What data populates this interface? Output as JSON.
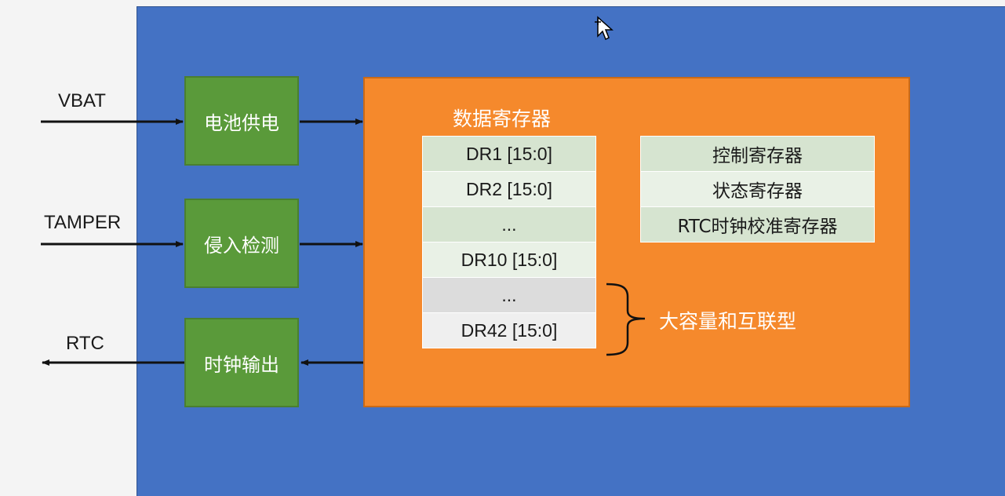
{
  "external_signals": {
    "vbat": "VBAT",
    "tamper": "TAMPER",
    "rtc": "RTC"
  },
  "blocks": {
    "battery_supply": "电池供电",
    "tamper_detect": "侵入检测",
    "clock_output": "时钟输出"
  },
  "data_registers": {
    "title": "数据寄存器",
    "rows": [
      {
        "label": "DR1 [15:0]",
        "color": "#d6e4d0"
      },
      {
        "label": "DR2 [15:0]",
        "color": "#e9f1e6"
      },
      {
        "label": "...",
        "color": "#d6e4d0"
      },
      {
        "label": "DR10 [15:0]",
        "color": "#e9f1e6"
      },
      {
        "label": "...",
        "color": "#dcdcdc"
      },
      {
        "label": "DR42 [15:0]",
        "color": "#efefef"
      }
    ]
  },
  "control_registers": {
    "rows": [
      {
        "label": "控制寄存器",
        "color": "#d6e4d0"
      },
      {
        "label": "状态寄存器",
        "color": "#e9f1e6"
      },
      {
        "label": "RTC时钟校准寄存器",
        "color": "#d6e4d0"
      }
    ]
  },
  "brace_label": "大容量和互联型",
  "colors": {
    "panel": "#4472c4",
    "green_block": "#5a9a3a",
    "orange_block": "#f5892c"
  }
}
